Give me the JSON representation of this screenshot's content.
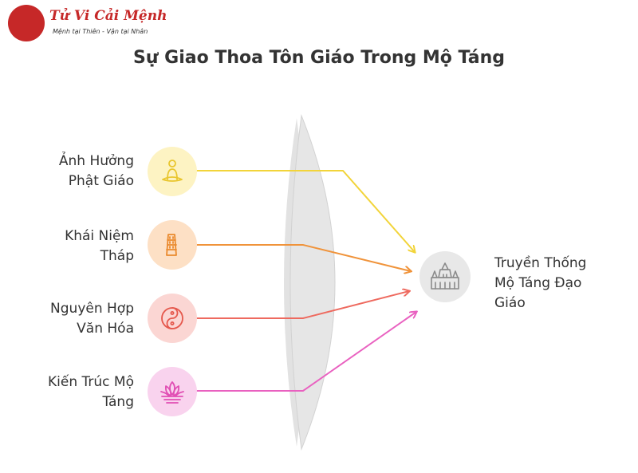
{
  "logo": {
    "title": "Tử Vi Cải Mệnh",
    "subtitle": "Mệnh tại Thiên - Vận tại Nhân"
  },
  "title": "Sự Giao Thoa Tôn Giáo Trong Mộ Táng",
  "inputs": [
    {
      "line1": "Ảnh Hưởng",
      "line2": "Phật Giáo",
      "icon": "meditation-icon",
      "color": "#f5d84a",
      "bg": "#fdf3c3"
    },
    {
      "line1": "Khái Niệm",
      "line2": "Tháp",
      "icon": "tower-icon",
      "color": "#f0933a",
      "bg": "#fde0c5"
    },
    {
      "line1": "Nguyên Hợp",
      "line2": "Văn Hóa",
      "icon": "yin-yang-icon",
      "color": "#ee6a5f",
      "bg": "#fbd6d3"
    },
    {
      "line1": "Kiến Trúc Mộ",
      "line2": "Táng",
      "icon": "lotus-icon",
      "color": "#e961c0",
      "bg": "#f9d3ee"
    }
  ],
  "output": {
    "line1": "Truyền Thống",
    "line2": "Mộ Táng Đạo",
    "line3": "Giáo",
    "icon": "temple-icon"
  }
}
